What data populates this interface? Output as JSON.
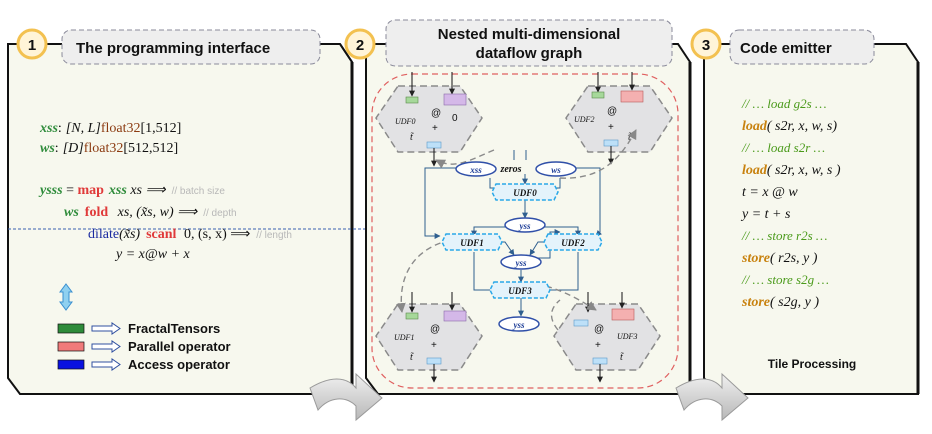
{
  "panels": {
    "one": {
      "number": "1",
      "title": "The programming interface"
    },
    "two": {
      "number": "2",
      "title_line1": "Nested multi-dimensional",
      "title_line2": "dataflow graph"
    },
    "three": {
      "number": "3",
      "title": "Code emitter",
      "caption": "Tile Processing"
    }
  },
  "code": {
    "decl1": {
      "name": "xss",
      "colon": ":",
      "shape": "[N, L]",
      "dtype": "float32",
      "dims": "[1,512]"
    },
    "decl2": {
      "name": "ws",
      "colon": ":",
      "shape": "[D]",
      "dtype": "float32",
      "dims": "[512,512]"
    },
    "line3": {
      "lhs": "ysss",
      "eq": " = ",
      "op": "map",
      "var": "xss",
      "rest": " xs ⟹",
      "comment": "// batch size"
    },
    "line4": {
      "var": "ws",
      "op": "fold",
      "rest": " xs, (x̃s, w) ⟹",
      "comment": "// depth"
    },
    "line5": {
      "fn": "dilate",
      "arg": "(x̃s)",
      "op": "scanl",
      "rest": " 0, (s, x) ⟹",
      "comment": "// length"
    },
    "line6": "y = x@w + x"
  },
  "legend": [
    {
      "label": "FractalTensors",
      "color": "#2e8b3a"
    },
    {
      "label": "Parallel operator",
      "color": "#f07a7a"
    },
    {
      "label": "Access operator",
      "color": "#0a12e0"
    }
  ],
  "graph": {
    "nodes": {
      "xss": "xss",
      "zeros": "zeros",
      "ws": "ws",
      "udf0": "UDF0",
      "udf1": "UDF1",
      "udf2": "UDF2",
      "udf3": "UDF3",
      "yss_a": "yss",
      "yss_b": "yss",
      "yss_c": "yss"
    },
    "hex_labels": {
      "tl": "UDF0",
      "tr": "UDF2",
      "bl": "UDF1",
      "br": "UDF3"
    },
    "at": "@",
    "plus": "+",
    "zero": "0",
    "t": "t̃"
  },
  "emitter": [
    {
      "kind": "comment",
      "text": "// … load g2s …"
    },
    {
      "kind": "call",
      "fn": "load",
      "args": "( s2r, x, w, s)"
    },
    {
      "kind": "comment",
      "text": "// … load s2r …"
    },
    {
      "kind": "call",
      "fn": "load",
      "args": "( s2r, x, w, s )"
    },
    {
      "kind": "plain",
      "text": "t = x @ w"
    },
    {
      "kind": "plain",
      "text": "y  =  t + s"
    },
    {
      "kind": "comment",
      "text": "// … store r2s …"
    },
    {
      "kind": "call",
      "fn": "store",
      "args": "( r2s, y )"
    },
    {
      "kind": "comment",
      "text": "// … store s2g …"
    },
    {
      "kind": "call",
      "fn": "store",
      "args": "( s2g, y )"
    }
  ],
  "colors": {
    "panel_bg": "#f7f8ee",
    "badge": "#f3c150",
    "keyword_green": "#2e8b3a",
    "keyword_red": "#e03a3a",
    "dtype_brown": "#8b3a10",
    "emitter_fn": "#c8820f",
    "comment_green": "#4a9a1a",
    "node_blue": "#2f4fa8",
    "graph_border": "#e06060",
    "dash_cyan": "#2aa8e8"
  }
}
